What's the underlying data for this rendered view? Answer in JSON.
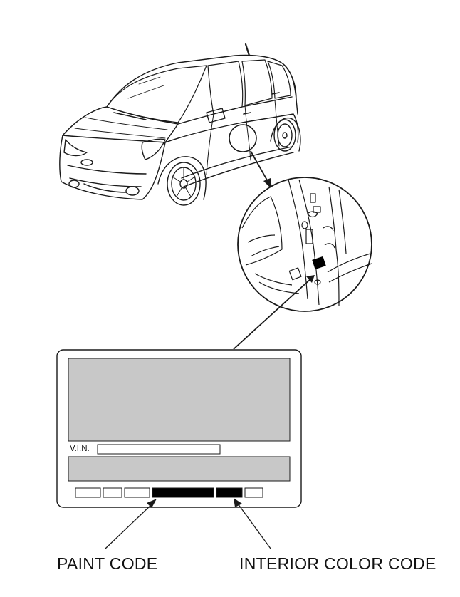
{
  "labels": {
    "vin": "V.I.N.",
    "paint_code": "PAINT CODE",
    "interior_color_code": "INTERIOR COLOR CODE"
  },
  "colors": {
    "line": "#1a1a1a",
    "label_panel_fill": "#c8c8c8",
    "code_box_fill": "#000000",
    "background": "#ffffff"
  }
}
